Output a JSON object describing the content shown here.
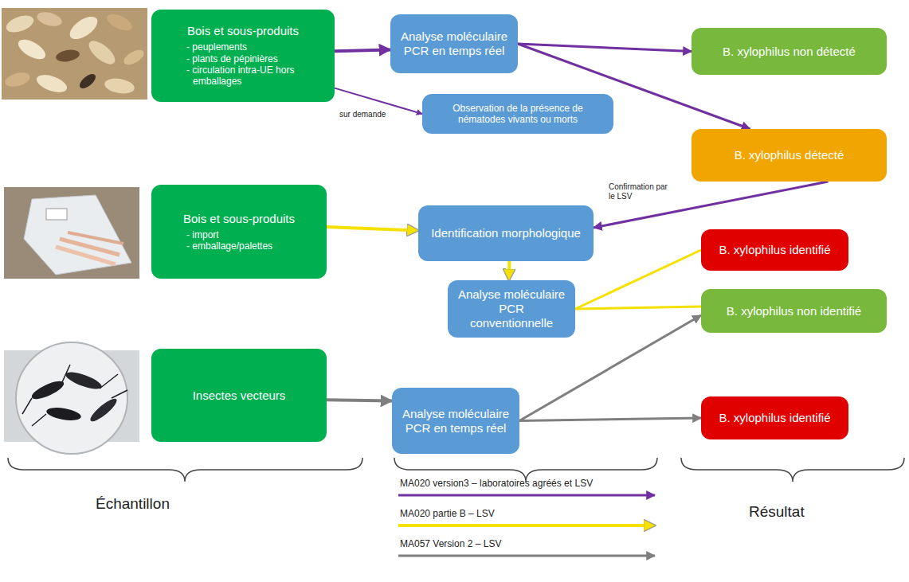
{
  "diagram": {
    "nodes": [
      {
        "text": [
          "Bois et sous-produits",
          "- peuplements",
          "- plants de pépinières",
          "- circulation intra-UE hors emballages"
        ]
      },
      {
        "text": [
          "Bois et sous-produits",
          "- import",
          "- emballage/palettes"
        ]
      },
      {
        "text": [
          "Insectes vecteurs"
        ]
      },
      {
        "text": [
          "Analyse moléculaire PCR en temps réel"
        ]
      },
      {
        "text": [
          "Observation de la présence de nématodes vivants ou morts"
        ]
      },
      {
        "text": [
          "Identification morphologique"
        ]
      },
      {
        "text": [
          "Analyse moléculaire PCR conventionnelle"
        ]
      },
      {
        "text": [
          "Analyse moléculaire PCR en temps réel"
        ]
      },
      {
        "text": [
          "B. xylophilus non détecté"
        ]
      },
      {
        "text": [
          "B. xylophilus détecté"
        ]
      },
      {
        "text": [
          "B. xylophilus identifié"
        ]
      },
      {
        "text": [
          "B. xylophilus non identifié"
        ]
      },
      {
        "text": [
          "B. xylophilus identifié"
        ]
      }
    ],
    "edges": [
      {
        "from": 0,
        "to": 3,
        "arrow": "to"
      },
      {
        "from": 0,
        "to": 4,
        "label": "sur demande",
        "arrow": "to"
      },
      {
        "from": 3,
        "to": 8,
        "arrow": "to"
      },
      {
        "from": 3,
        "to": 9,
        "arrow": "to"
      },
      {
        "from": 9,
        "to": 5,
        "label": "Confirmation par le LSV",
        "arrow": "to"
      },
      {
        "from": 1,
        "to": 5,
        "arrow": "to"
      },
      {
        "from": 5,
        "to": 6,
        "arrow": "to"
      },
      {
        "from": 6,
        "to": 10,
        "arrow": "none"
      },
      {
        "from": 6,
        "to": 11,
        "arrow": "none"
      },
      {
        "from": 2,
        "to": 7,
        "arrow": "to"
      },
      {
        "from": 7,
        "to": 11,
        "arrow": "to"
      },
      {
        "from": 7,
        "to": 12,
        "arrow": "to"
      }
    ],
    "labels": [
      "Échantillon",
      "Résultat"
    ],
    "legend": [
      {
        "text": "MA020 version3 – laboratoires agréés et LSV"
      },
      {
        "text": "MA020 partie B – LSV"
      },
      {
        "text": "MA057 Version 2 – LSV"
      }
    ]
  }
}
